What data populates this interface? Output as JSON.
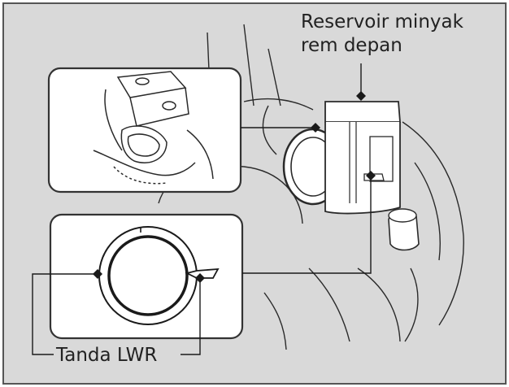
{
  "labels": {
    "reservoir_line1": "Reservoir minyak",
    "reservoir_line2": "rem depan",
    "lwr_mark": "Tanda LWR"
  },
  "colors": {
    "background": "#d9d9d9",
    "frame": "#444444",
    "line": "#1a1a1a",
    "inset_fill": "#ffffff"
  }
}
